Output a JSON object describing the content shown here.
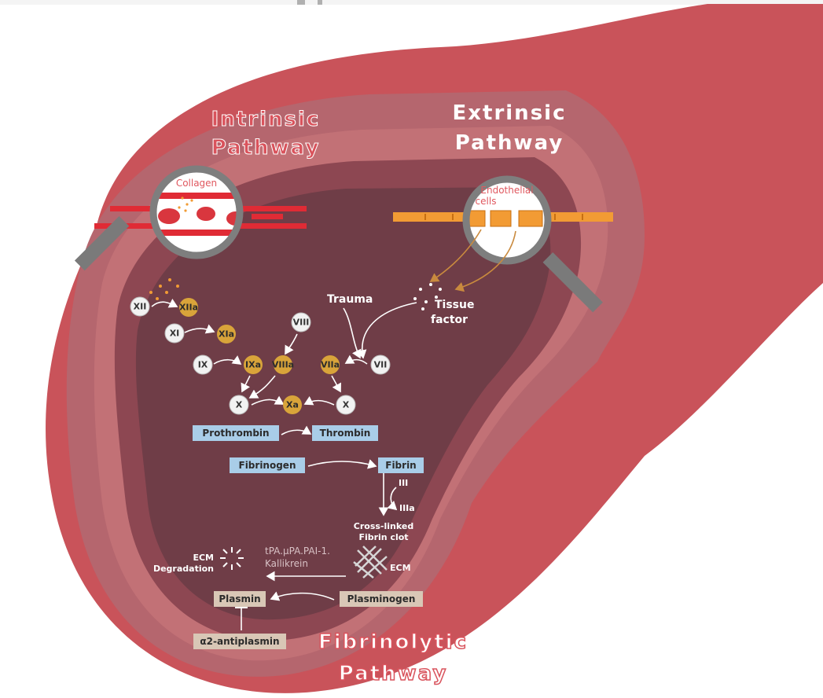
{
  "colors": {
    "vessel_outer": "#c9535a",
    "vessel_dark": "#7a3a45",
    "vessel_band": "#b5666e",
    "lumen": "#6f3d47",
    "active_factor": "#d9a43a",
    "inactive_factor": "#f2f2f2",
    "protein_box_blue": "#a9cde8",
    "protein_box_tan": "#d9c7b6",
    "endothelial_orange": "#f29b34",
    "collagen_red": "#e02b35",
    "pathway_title_pink": "#d9535c",
    "magnifier_ring": "#888888"
  },
  "titles": {
    "intrinsic_line1": "Intrinsic",
    "intrinsic_line2": "Pathway",
    "extrinsic_line1": "Extrinsic",
    "extrinsic_line2": "Pathway",
    "fibrinolytic_line1": "Fibrinolytic",
    "fibrinolytic_line2": "Pathway"
  },
  "lens_labels": {
    "collagen": "Collagen",
    "endothelial_line1": "Endothelial",
    "endothelial_line2": "cells"
  },
  "factors": {
    "XII": "XII",
    "XIIa": "XIIa",
    "XI": "XI",
    "XIa": "XIa",
    "VIII": "VIII",
    "IX": "IX",
    "IXa": "IXa",
    "VIIIa": "VIIIa",
    "VIIa": "VIIa",
    "VII": "VII",
    "X_left": "X",
    "Xa": "Xa",
    "X_right": "X"
  },
  "labels": {
    "trauma": "Trauma",
    "tissue_factor_line1": "Tissue",
    "tissue_factor_line2": "factor",
    "III": "III",
    "IIIa": "IIIa",
    "crosslinked_line1": "Cross-linked",
    "crosslinked_line2": "Fibrin clot",
    "ecm_right": "ECM",
    "ecm_degradation_line1": "ECM",
    "ecm_degradation_line2": "Degradation",
    "activators_line1": "tPA.µPA.PAI-1.",
    "activators_line2": "Kallikrein"
  },
  "boxes": {
    "prothrombin": "Prothrombin",
    "thrombin": "Thrombin",
    "fibrinogen": "Fibrinogen",
    "fibrin": "Fibrin",
    "plasmin": "Plasmin",
    "plasminogen": "Plasminogen",
    "antiplasmin": "α2-antiplasmin"
  },
  "icons": {
    "intrinsic_magnifier": "magnifier-icon",
    "extrinsic_magnifier": "magnifier-icon",
    "fibrin_mesh": "fibrin-mesh-icon",
    "degradation_burst": "burst-icon"
  }
}
